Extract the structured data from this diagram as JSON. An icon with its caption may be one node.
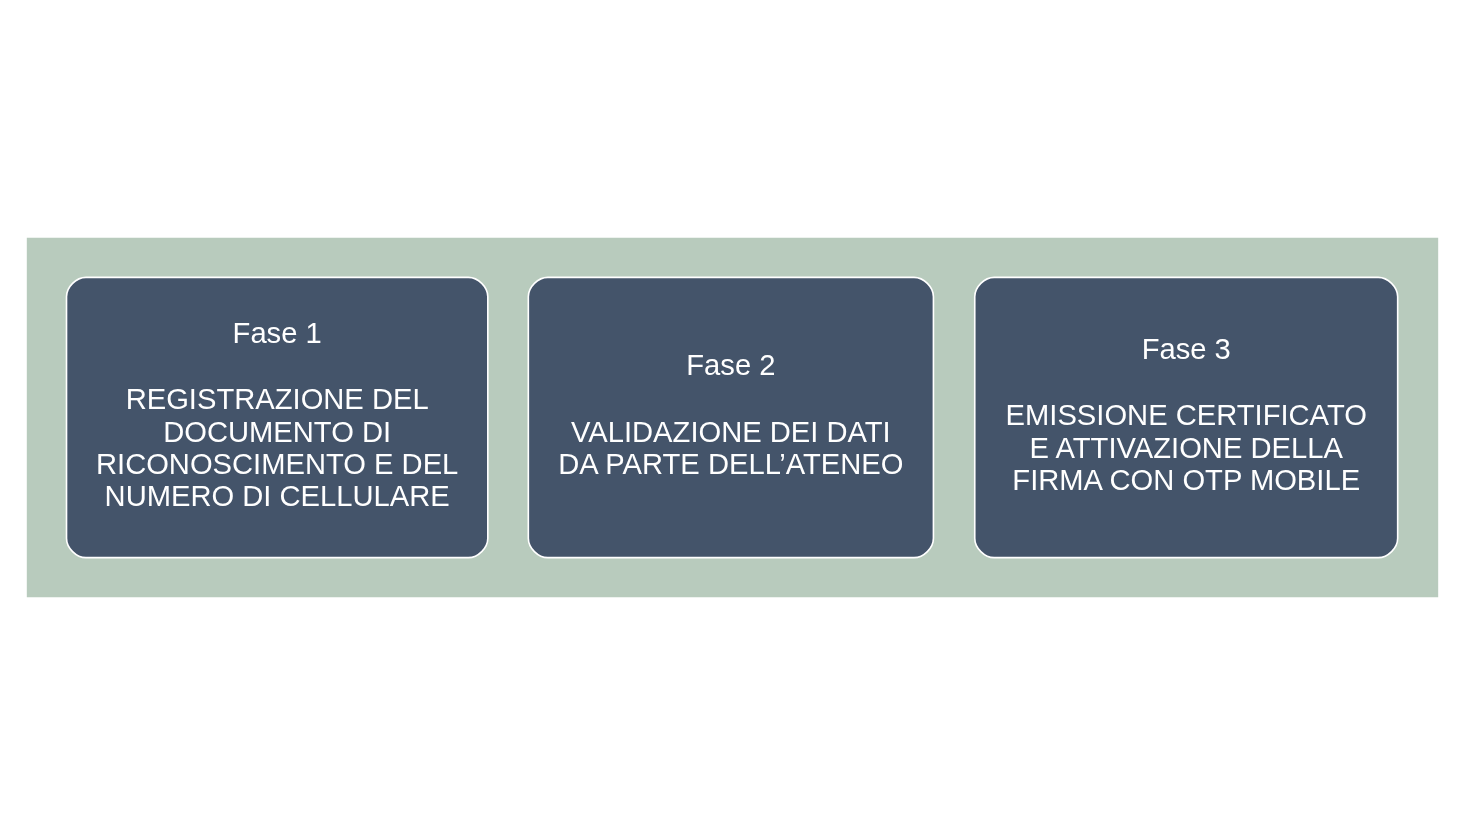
{
  "diagram": {
    "nodes": [
      {
        "text": [],
        "shape": "arrow"
      },
      {
        "text": [
          "Fase 1",
          "REGISTRAZIONE DEL DOCUMENTO DI RICONOSCIMENTO E DEL NUMERO DI CELLULARE"
        ],
        "in": 0
      },
      {
        "text": [
          "Fase 2",
          "VALIDAZIONE DEI DATI DA PARTE DELL’ATENEO"
        ],
        "in": 0
      },
      {
        "text": [
          "Fase 3",
          "EMISSIONE CERTIFICATO E ATTIVAZIONE DELLA FIRMA CON OTP MOBILE"
        ],
        "in": 0
      }
    ],
    "edges": []
  }
}
